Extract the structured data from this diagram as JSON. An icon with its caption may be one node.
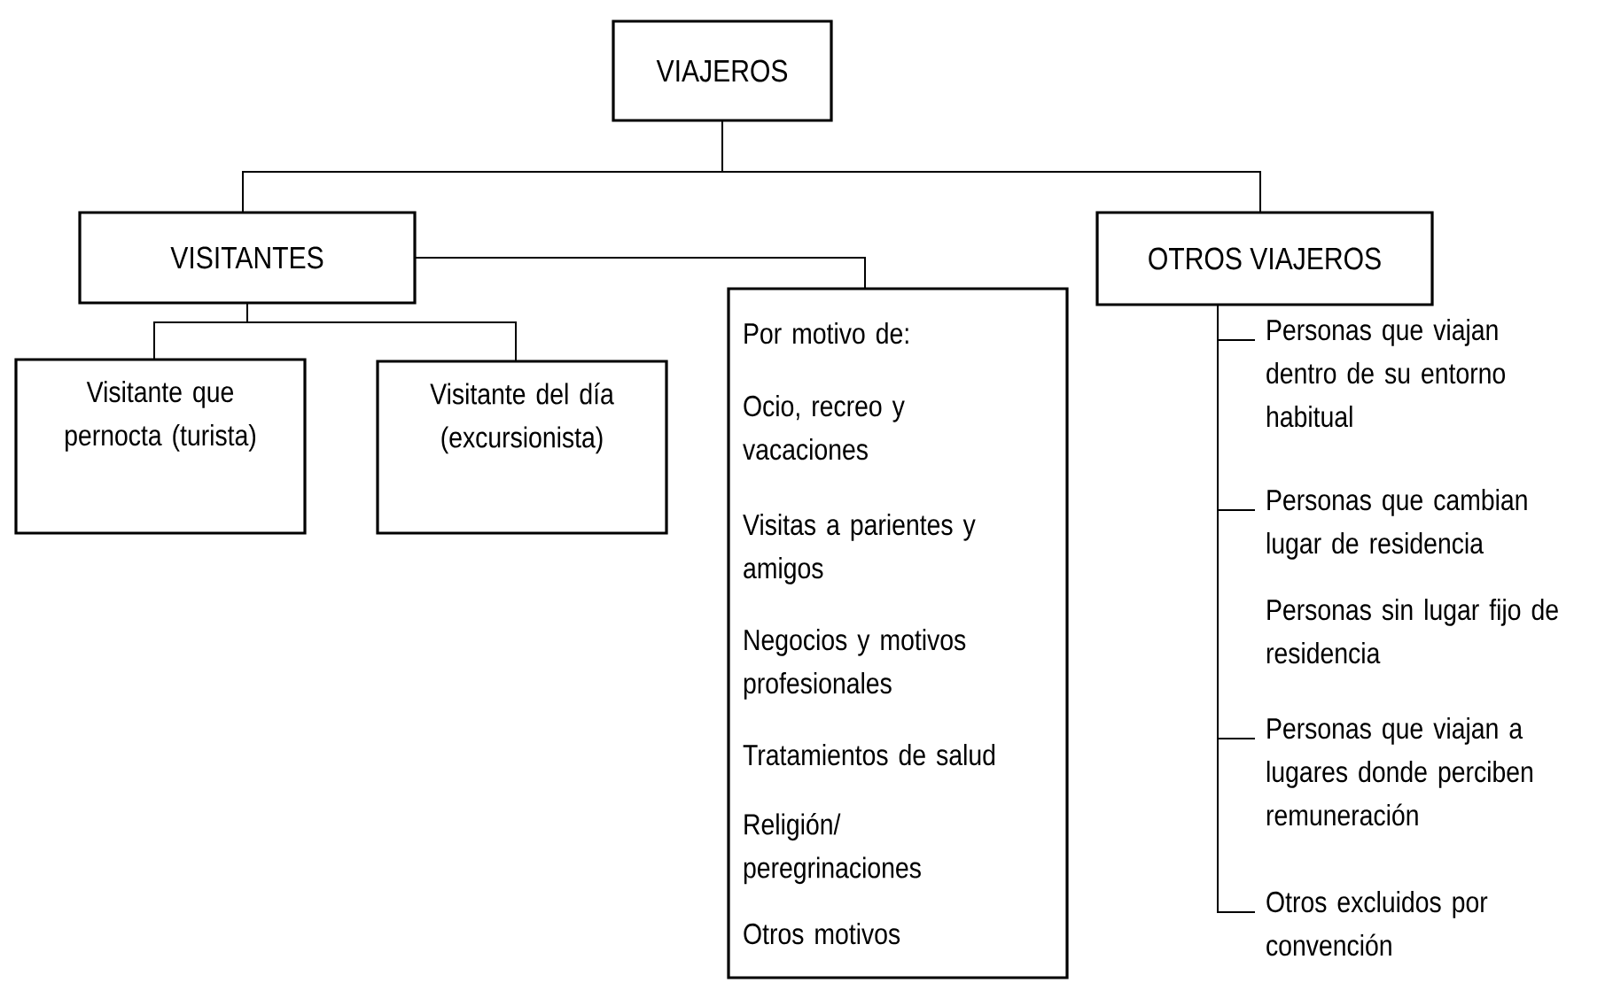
{
  "diagram": {
    "nodes": [
      {
        "text": [
          "VIAJEROS"
        ]
      },
      {
        "text": [
          "VISITANTES"
        ]
      },
      {
        "text": [
          "OTROS VIAJEROS"
        ]
      },
      {
        "text": [
          "Visitante que pernocta (turista)"
        ]
      },
      {
        "text": [
          "Visitante del día (excursionista)"
        ]
      },
      {
        "text": [
          "Por motivo de:",
          "Ocio, recreo y vacaciones",
          "Visitas a parientes y amigos",
          "Negocios y motivos profesionales",
          "Tratamientos de salud",
          "Religión/ peregrinaciones",
          "Otros motivos"
        ]
      },
      {
        "text": [
          "Personas que viajan dentro de su entorno habitual"
        ]
      },
      {
        "text": [
          "Personas que cambian lugar de residencia"
        ]
      },
      {
        "text": [
          "Personas sin lugar fijo de residencia"
        ]
      },
      {
        "text": [
          "Personas que viajan a lugares donde perciben remuneración"
        ]
      },
      {
        "text": [
          "Otros excluidos por convención"
        ]
      }
    ],
    "edges": [
      {
        "from": 0,
        "to": 1,
        "arrow": "none"
      },
      {
        "from": 0,
        "to": 2,
        "arrow": "none"
      },
      {
        "from": 1,
        "to": 3,
        "arrow": "none"
      },
      {
        "from": 1,
        "to": 4,
        "arrow": "none"
      },
      {
        "from": 1,
        "to": 5,
        "arrow": "none"
      },
      {
        "from": 2,
        "to": 6,
        "arrow": "none"
      },
      {
        "from": 2,
        "to": 7,
        "arrow": "none"
      },
      {
        "from": 2,
        "to": 9,
        "arrow": "none"
      },
      {
        "from": 2,
        "to": 10,
        "arrow": "none"
      }
    ]
  }
}
